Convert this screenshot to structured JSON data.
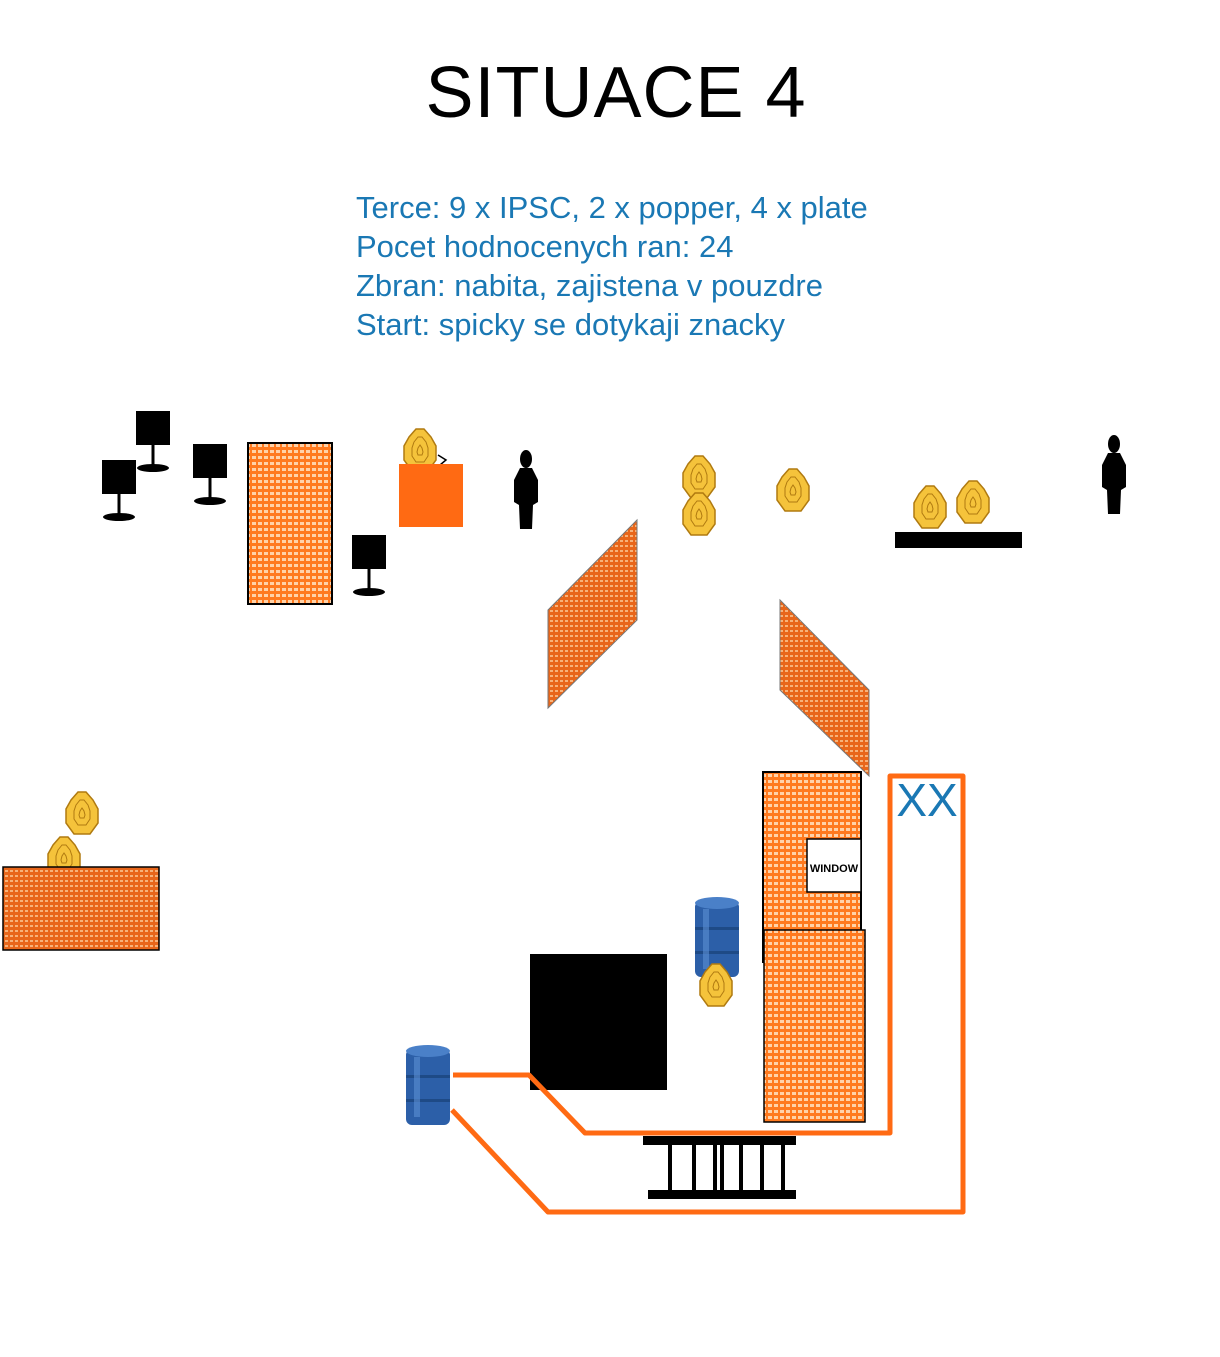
{
  "title": "SITUACE 4",
  "info": {
    "line1": "Terce: 9 x IPSC, 2 x popper, 4 x plate",
    "line2": "Pocet hodnocenych ran: 24",
    "line3": "Zbran: nabita, zajistena v pouzdre",
    "line4": "Start: spicky se dotykaji znacky"
  },
  "labels": {
    "window": "WINDOW",
    "start_mark": "XX"
  },
  "colors": {
    "text_blue": "#1a78b4",
    "wall_orange": "#ff6a13",
    "target_yellow": "#f5c33b",
    "target_outline": "#b07a10",
    "barrel_blue": "#2c5fa8",
    "black": "#000000"
  }
}
